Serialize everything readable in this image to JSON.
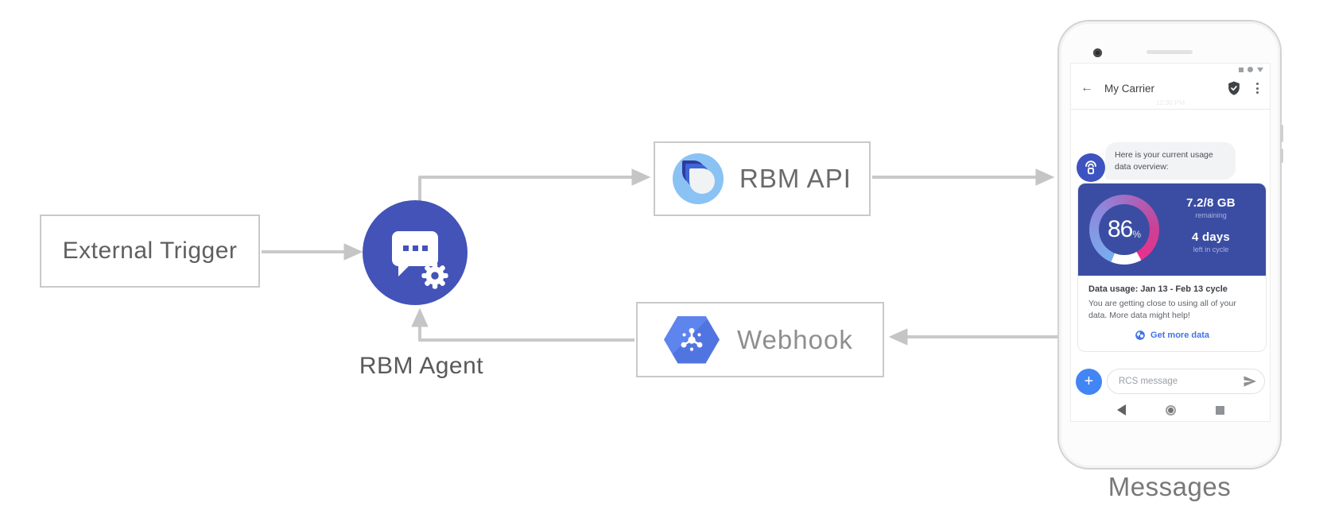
{
  "diagram": {
    "external_trigger_label": "External Trigger",
    "rbm_agent_label": "RBM Agent",
    "rbm_api_label": "RBM API",
    "webhook_label": "Webhook",
    "messages_caption": "Messages"
  },
  "phone": {
    "header": {
      "back_glyph": "←",
      "title": "My Carrier",
      "timestamp": "12:30 PM"
    },
    "chat": {
      "bubble_text": "Here is your current usage data overview:"
    },
    "usage_card": {
      "percent": "86",
      "percent_symbol": "%",
      "remaining_value": "7.2/8 GB",
      "remaining_label": "remaining",
      "days_value": "4 days",
      "days_label": "left in cycle",
      "title": "Data usage: Jan 13 - Feb 13 cycle",
      "body": "You are getting close to using all of your data. More data might help!",
      "action_label": "Get more data"
    },
    "composer": {
      "plus_glyph": "+",
      "placeholder": "RCS message"
    }
  },
  "colors": {
    "connector_gray": "#c9c9c9",
    "agent_blue": "#4353b8",
    "card_indigo": "#3b4da3",
    "action_blue": "#4273e8",
    "plus_blue": "#4285f4",
    "webhook_hexagon": "#5e84ee",
    "rbm_logo_circle": "#8ac2f3",
    "gauge_start_blue": "#79aeee",
    "gauge_end_pink": "#ec2f8b"
  }
}
